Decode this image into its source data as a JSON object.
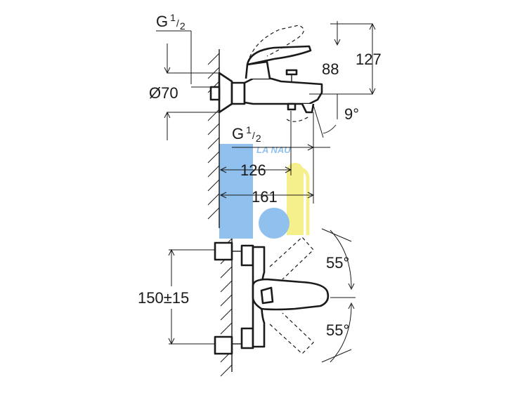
{
  "dimensions": {
    "g_half_top": {
      "base": "G",
      "num": "1",
      "den": "2"
    },
    "g_half_mid": {
      "base": "G",
      "num": "1",
      "den": "2"
    },
    "height_total": "127",
    "height_spout": "88",
    "diameter": "Ø70",
    "angle_spout": "9°",
    "length_126": "126",
    "length_161": "161",
    "center_distance": "150±15",
    "angle_top": "55°",
    "angle_bottom": "55°"
  },
  "watermark": {
    "text": "LA NAU"
  },
  "colors": {
    "line": "#1a1a1a",
    "wm_blue": "#6aa9e6",
    "wm_yellow": "#f2ec6a"
  }
}
